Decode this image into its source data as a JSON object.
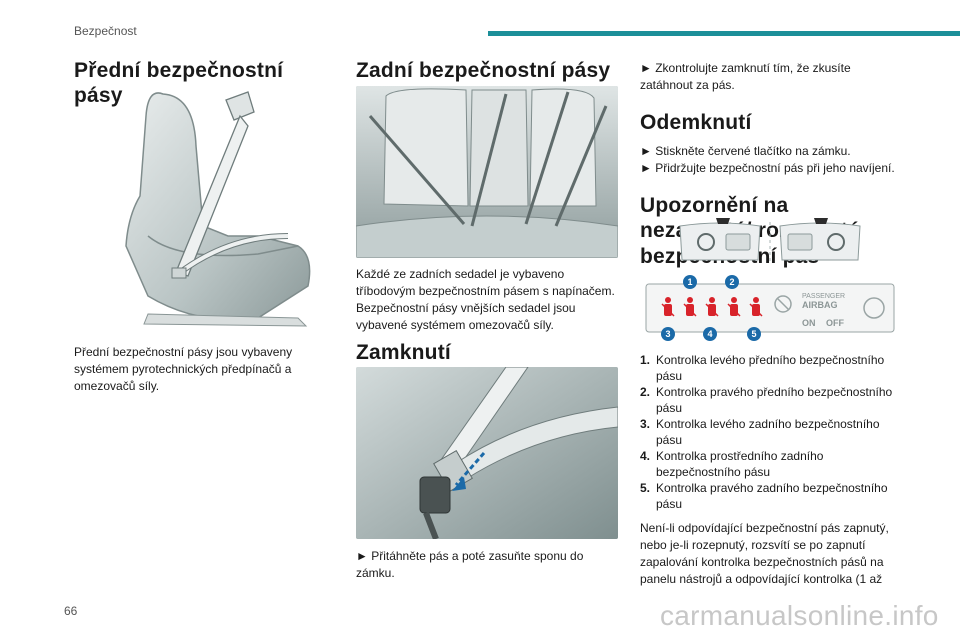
{
  "header": {
    "section": "Bezpečnost"
  },
  "page_number": "66",
  "watermark": "carmanualsonline.info",
  "col1": {
    "title": "Přední bezpečnostní pásy",
    "text": "Přední bezpečnostní pásy jsou vybaveny systémem pyrotechnických předpínačů a omezovačů síly."
  },
  "col2": {
    "title_rear": "Zadní bezpečnostní pásy",
    "text_rear": "Každé ze zadních sedadel je vybaveno tříbodovým bezpečnostním pásem s napínačem. Bezpečnostní pásy vnějších sedadel jsou vybavené systémem omezovačů síly.",
    "title_lock": "Zamknutí",
    "text_lock": "► Přitáhněte pás a poté zasuňte sponu do zámku."
  },
  "col3": {
    "text_check": "► Zkontrolujte zamknutí tím, že zkusíte zatáhnout za pás.",
    "title_unlock": "Odemknutí",
    "unlock_1": "► Stiskněte červené tlačítko na zámku.",
    "unlock_2": "► Přidržujte bezpečnostní pás při jeho navíjení.",
    "title_warn": "Upozornění na nezapnutý/ rozepnutý bezpečnostní pás",
    "panel": {
      "label1": "PASSENGER",
      "label2": "AIRBAG",
      "on": "ON",
      "off": "OFF"
    },
    "callouts": [
      "1",
      "2",
      "3",
      "4",
      "5"
    ],
    "list": [
      {
        "n": "1.",
        "text": "Kontrolka levého předního bezpečnostního pásu"
      },
      {
        "n": "2.",
        "text": "Kontrolka pravého předního bezpečnostního pásu"
      },
      {
        "n": "3.",
        "text": "Kontrolka levého zadního bezpečnostního pásu"
      },
      {
        "n": "4.",
        "text": "Kontrolka prostředního zadního bezpečnostního pásu"
      },
      {
        "n": "5.",
        "text": "Kontrolka pravého zadního bezpečnostního pásu"
      }
    ],
    "closing": "Není-li odpovídající bezpečnostní pás zapnutý, nebo je-li rozepnutý, rozsvítí se po zapnutí zapalování kontrolka bezpečnostních pásů na panelu nástrojů a odpovídající kontrolka (1 až"
  },
  "colors": {
    "accent": "#1c8f99",
    "warning_red": "#d8232a",
    "callout_blue": "#1b6aa8"
  }
}
